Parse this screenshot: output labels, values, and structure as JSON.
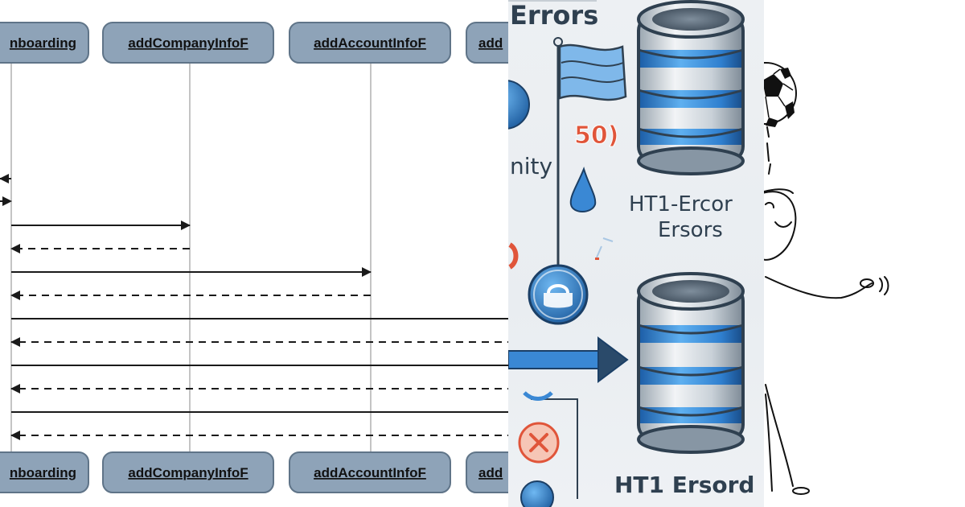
{
  "sequence_diagram": {
    "participants": [
      {
        "label": "nboarding"
      },
      {
        "label": "addCompanyInfoF"
      },
      {
        "label": "addAccountInfoF"
      },
      {
        "label": "add"
      }
    ],
    "messages": [
      {
        "kind": "call",
        "from": 0,
        "to": "left-edge"
      },
      {
        "kind": "return",
        "from": "left-edge",
        "to": 0
      },
      {
        "kind": "call",
        "from": 0,
        "to": 1
      },
      {
        "kind": "return",
        "from": 1,
        "to": 0
      },
      {
        "kind": "call",
        "from": 0,
        "to": 2
      },
      {
        "kind": "return",
        "from": 2,
        "to": 0
      },
      {
        "kind": "call",
        "from": 0,
        "to": 3
      },
      {
        "kind": "return",
        "from": 3,
        "to": 0
      },
      {
        "kind": "call",
        "from": 0,
        "to": 3
      },
      {
        "kind": "return",
        "from": 3,
        "to": 0
      },
      {
        "kind": "call",
        "from": 0,
        "to": 3
      },
      {
        "kind": "return",
        "from": 3,
        "to": 0
      }
    ],
    "colors": {
      "pill_fill": "#8ea3b8",
      "pill_border": "#5f7488",
      "lifeline": "#c4c4c4",
      "arrow": "#1a1a1a"
    }
  },
  "illustration": {
    "heading": "Errors",
    "badge": "50)",
    "partial_word": "nity",
    "caption_top_1": "HT1-Ercor",
    "caption_top_2": "Ersors",
    "caption_bottom": "HT1 Ersord",
    "icons": [
      "flag-icon",
      "database-icon",
      "location-pin-icon",
      "lock-icon",
      "arrow-right-icon",
      "error-x-icon",
      "blue-orb-icon"
    ],
    "colors": {
      "accent_blue": "#3a88d4",
      "accent_red": "#e0553a",
      "text_dark": "#2f4050"
    }
  },
  "sketch": {
    "icons": [
      "soccer-ball-icon",
      "stick-figure-icon"
    ]
  }
}
